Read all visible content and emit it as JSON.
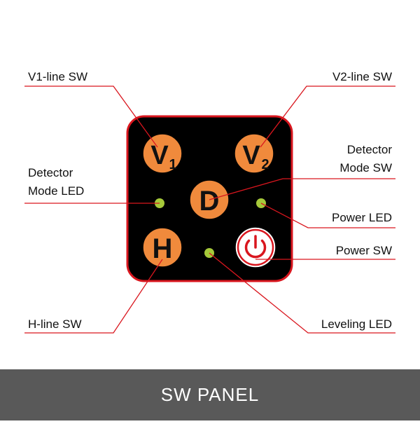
{
  "callouts": {
    "v1_line_sw": "V1-line SW",
    "v2_line_sw": "V2-line SW",
    "detector_mode_led_line1": "Detector",
    "detector_mode_led_line2": "Mode LED",
    "detector_mode_sw_line1": "Detector",
    "detector_mode_sw_line2": "Mode SW",
    "power_led": "Power LED",
    "power_sw": "Power SW",
    "h_line_sw": "H-line SW",
    "leveling_led": "Leveling LED"
  },
  "buttons": {
    "v1": {
      "letter": "V",
      "subscript": "1"
    },
    "v2": {
      "letter": "V",
      "subscript": "2"
    },
    "d": {
      "letter": "D"
    },
    "h": {
      "letter": "H"
    }
  },
  "footer": {
    "title": "SW PANEL"
  },
  "colors": {
    "panel": "#000000",
    "panel_border": "#d9161e",
    "button": "#f08a3c",
    "led": "#a6c93a",
    "leader_line": "#d9161e",
    "power_icon": "#d9161e",
    "footer_bg": "#595959"
  },
  "icons": {
    "power": "power-icon"
  }
}
